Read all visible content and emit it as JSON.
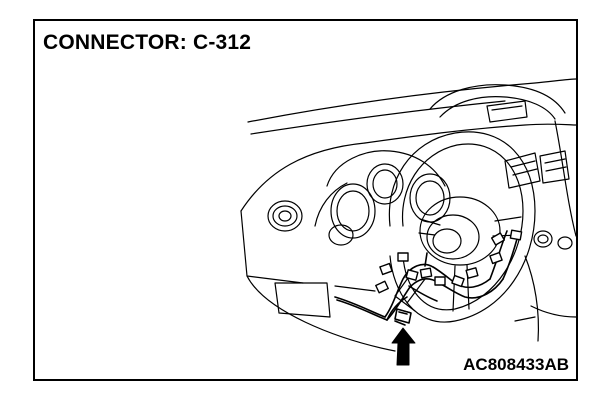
{
  "diagram": {
    "title": "CONNECTOR: C-312",
    "figure_id": "AC808433AB",
    "subject": "steering-column-connector-location",
    "line_color": "#000000",
    "background_color": "#ffffff"
  }
}
